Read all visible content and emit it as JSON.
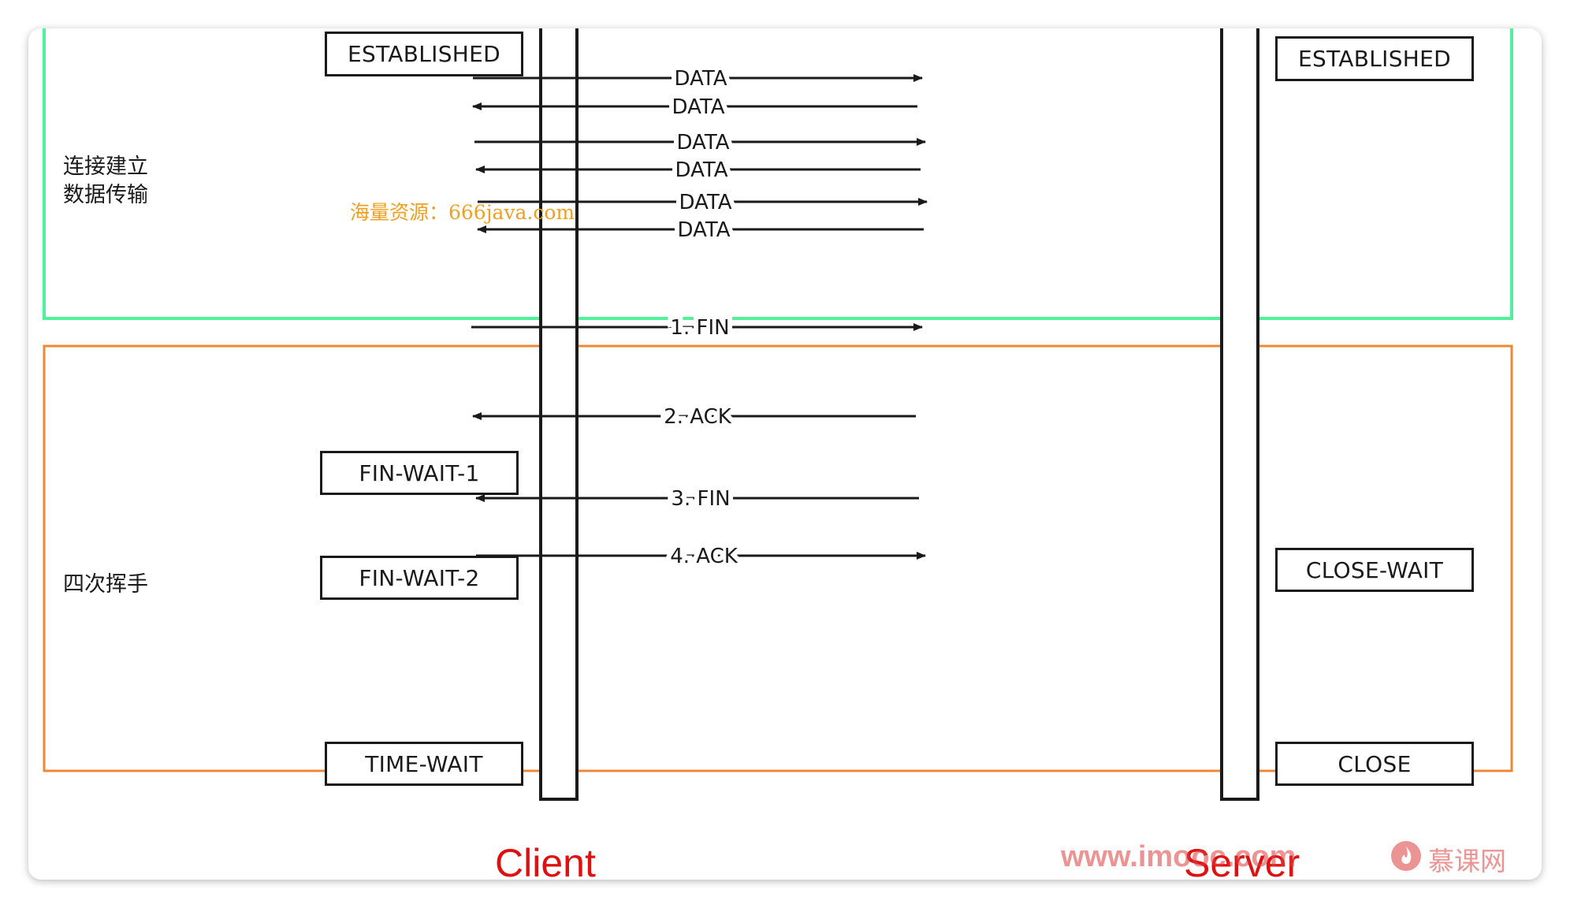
{
  "phases": {
    "established": {
      "label_line1": "连接建立",
      "label_line2": "数据传输",
      "color": "#52f09a"
    },
    "teardown": {
      "label": "四次挥手",
      "color": "#ee8834"
    }
  },
  "client": {
    "name": "Client",
    "states": {
      "established": "ESTABLISHED",
      "fin_wait_1": "FIN-WAIT-1",
      "fin_wait_2": "FIN-WAIT-2",
      "time_wait": "TIME-WAIT"
    }
  },
  "server": {
    "name": "Server",
    "states": {
      "established": "ESTABLISHED",
      "close_wait": "CLOSE-WAIT",
      "close": "CLOSE"
    }
  },
  "messages": [
    {
      "label": "DATA",
      "direction": "client-to-server"
    },
    {
      "label": "DATA",
      "direction": "server-to-client"
    },
    {
      "label": "DATA",
      "direction": "client-to-server"
    },
    {
      "label": "DATA",
      "direction": "server-to-client"
    },
    {
      "label": "DATA",
      "direction": "client-to-server"
    },
    {
      "label": "DATA",
      "direction": "server-to-client"
    },
    {
      "label": "1. FIN",
      "direction": "client-to-server"
    },
    {
      "label": "2. ACK",
      "direction": "server-to-client"
    },
    {
      "label": "3. FIN",
      "direction": "server-to-client"
    },
    {
      "label": "4. ACK",
      "direction": "client-to-server"
    }
  ],
  "watermarks": {
    "resource": "海量资源：666java.com",
    "site": "www.imooc.com",
    "brand": "慕课网",
    "brand_icon": "flame-logo-icon"
  }
}
